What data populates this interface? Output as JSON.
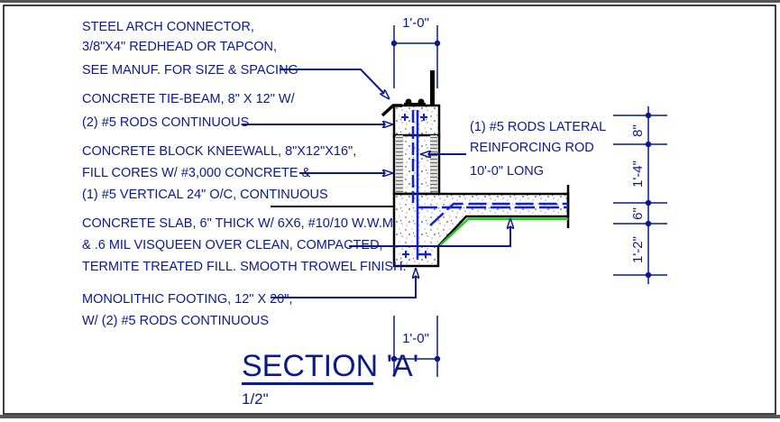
{
  "drawing": {
    "title": "SECTION 'A'",
    "scale": "1/2\"",
    "colors": {
      "annotation": "#0a1a8c",
      "rebar": "#1020e0",
      "outline": "#000000",
      "vapor_barrier": "#22cc22",
      "frame_top": "#555555"
    },
    "notes": [
      {
        "id": "steel-arch-connector",
        "lines": [
          "STEEL ARCH CONNECTOR,",
          "3/8\"X4\" REDHEAD OR TAPCON,",
          "SEE MANUF. FOR SIZE & SPACING"
        ]
      },
      {
        "id": "tie-beam",
        "lines": [
          "CONCRETE TIE-BEAM, 8\" X 12\" W/",
          "(2) #5 RODS CONTINUOUS"
        ]
      },
      {
        "id": "kneewall",
        "lines": [
          "CONCRETE BLOCK KNEEWALL, 8\"X12\"X16\",",
          "FILL CORES W/ #3,000 CONCRETE &",
          "(1) #5 VERTICAL 24\" O/C, CONTINUOUS"
        ]
      },
      {
        "id": "slab",
        "lines": [
          "CONCRETE SLAB, 6\" THICK W/ 6X6, #10/10 W.W.M.",
          "& .6 MIL VISQUEEN OVER CLEAN, COMPACTED,",
          "TERMITE TREATED FILL. SMOOTH TROWEL FINISH."
        ]
      },
      {
        "id": "footing",
        "lines": [
          "MONOLITHIC FOOTING, 12\" X 20\",",
          "W/ (2) #5 RODS CONTINUOUS"
        ]
      },
      {
        "id": "lateral-rod",
        "lines": [
          "(1) #5 RODS LATERAL",
          "REINFORCING ROD",
          "10'-0\" LONG"
        ]
      }
    ],
    "dimensions": {
      "top_width": "1'-0\"",
      "bottom_width": "1'-0\"",
      "vertical": [
        "8\"",
        "1'-4\"",
        "6\"",
        "1'-2\""
      ]
    }
  }
}
